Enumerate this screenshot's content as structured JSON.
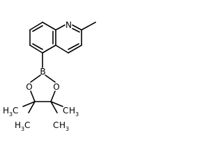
{
  "molecule": {
    "atoms": {
      "nitrogen": "N",
      "boron": "B",
      "oxygen_left": "O",
      "oxygen_right": "O"
    },
    "methyls": {
      "left_upper": {
        "main": "H",
        "sub": "3",
        "tail": "C"
      },
      "left_lower": {
        "main": "H",
        "sub": "3",
        "tail": "C"
      },
      "right_upper": {
        "head": "C",
        "main": "H",
        "sub": "3"
      },
      "right_lower": {
        "head": "C",
        "main": "H",
        "sub": "3"
      }
    }
  },
  "colors": {
    "bond": "#000000",
    "label": "#000000",
    "background": "#ffffff"
  }
}
